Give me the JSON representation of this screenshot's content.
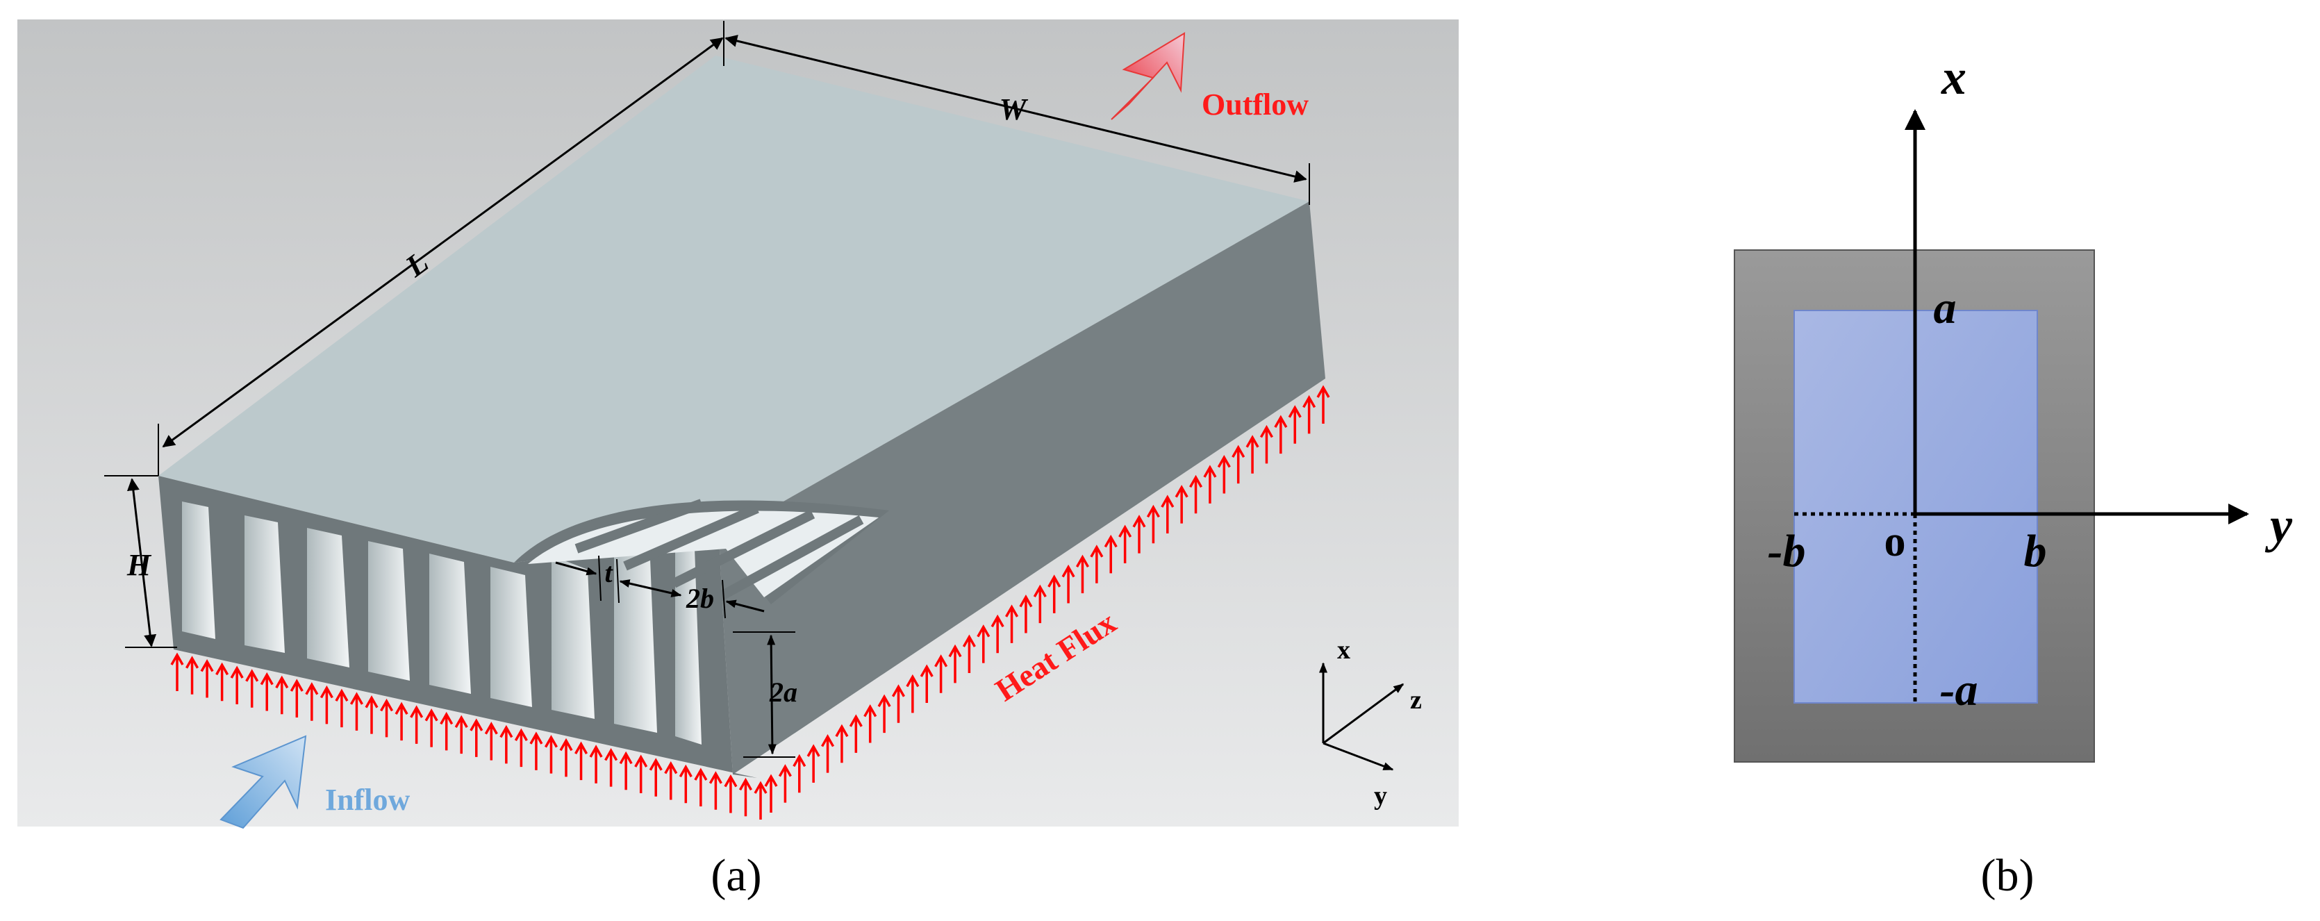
{
  "panel_a": {
    "caption": "(a)",
    "labels": {
      "L": "L",
      "W": "W",
      "H": "H",
      "t": "t",
      "two_b": "2b",
      "two_a": "2a",
      "outflow": "Outflow",
      "inflow": "Inflow",
      "heat_flux": "Heat Flux"
    },
    "axes": {
      "x": "x",
      "y": "y",
      "z": "z"
    },
    "colors": {
      "background": "#d4d6d7",
      "top_face": "#bcc9cc",
      "side_face": "#778083",
      "arrows": "#ff0000",
      "outflow_text": "#ff1a1a",
      "inflow_text": "#6fa8dc",
      "inflow_arrow": "#7fb3e0"
    }
  },
  "panel_b": {
    "caption": "(b)",
    "labels": {
      "x": "x",
      "y": "y",
      "a": "a",
      "neg_a": "-a",
      "b": "b",
      "neg_b": "-b",
      "origin": "o"
    },
    "colors": {
      "wall": "#8a8a8a",
      "channel": "#96a9df"
    }
  }
}
